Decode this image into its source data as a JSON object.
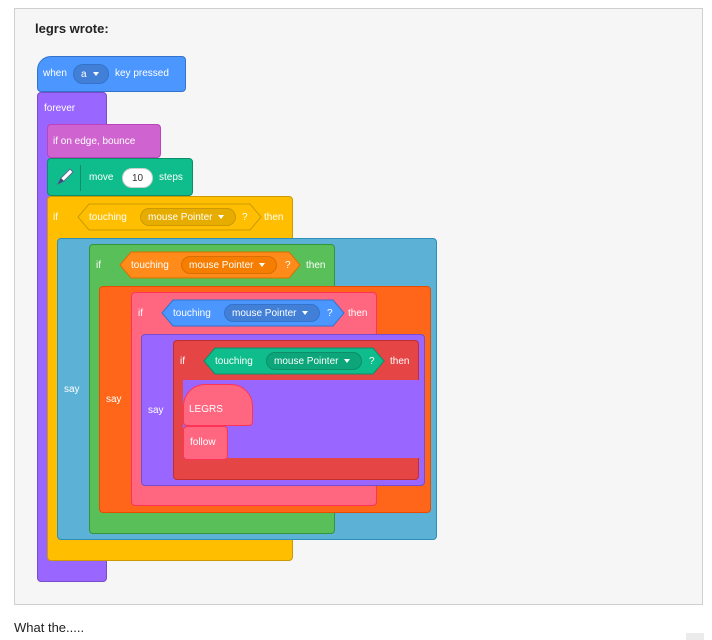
{
  "post": {
    "author_line": "legrs wrote:",
    "reply_text": "What the....."
  },
  "script": {
    "hat": {
      "when": "when",
      "key": "a",
      "pressed": "key pressed"
    },
    "forever": "forever",
    "bounce": "if on edge, bounce",
    "move": {
      "label": "move",
      "value": "10",
      "unit": "steps",
      "icon": "pen-icon"
    },
    "if_label": "if",
    "then_label": "then",
    "touching_label": "touching",
    "question": "?",
    "mouse_pointer": "mouse Pointer",
    "say_label": "say",
    "legrs": "LEGRS",
    "follow": "follow"
  },
  "colors": {
    "motion": "#4c97ff",
    "looks": "#9966ff",
    "control": "#ffbf00",
    "sensing": "#5cb1d6",
    "operators": "#59c059",
    "events_orange": "#ff661a",
    "pink": "#ff6680",
    "pen": "#0fbd8c",
    "red": "#e64545",
    "magenta": "#cf63cf"
  }
}
